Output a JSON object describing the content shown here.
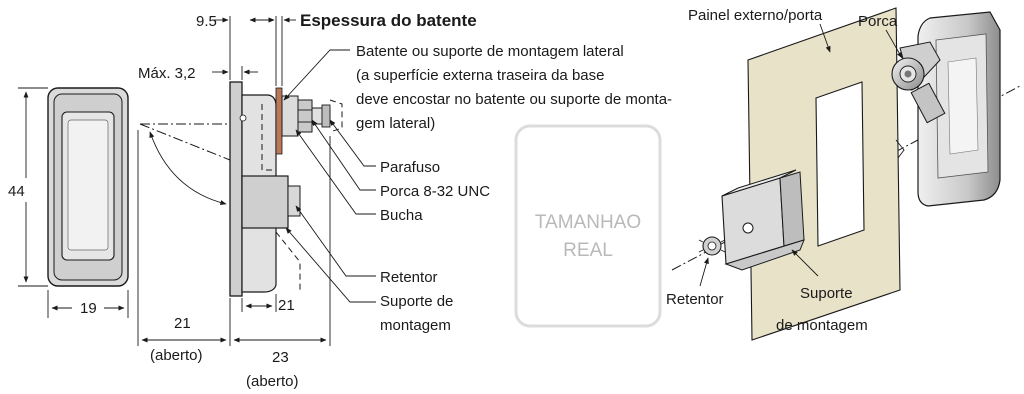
{
  "dimensions": {
    "height_44": "44",
    "width_19": "19",
    "max_32": "Máx. 3,2",
    "d_95": "9.5",
    "d_21_open": "21",
    "open_a": "(aberto)",
    "d_21": "21",
    "d_23": "23",
    "open_b": "(aberto)"
  },
  "labels": {
    "stop_thickness": "Espessura do batente",
    "stop_line1": "Batente ou suporte de montagem lateral",
    "stop_line2": "(a superfície externa traseira da base",
    "stop_line3": "deve encostar no batente ou suporte de monta-",
    "stop_line4": "gem lateral)",
    "screw": "Parafuso",
    "nut_spec": "Porca 8-32 UNC",
    "bushing": "Bucha",
    "retainer": "Retentor",
    "bracket_line1": "Suporte de",
    "bracket_line2": "montagem"
  },
  "stamp": {
    "line1": "TAMANHAO",
    "line2": "REAL"
  },
  "exploded": {
    "panel": "Painel externo/porta",
    "nut": "Porca",
    "retainer": "Retentor",
    "bracket_line1": "Suporte",
    "bracket_line2": "de montagem"
  },
  "colors": {
    "panel_fill": "#e8e2c9",
    "latch_fill": "#d4d4d4",
    "stop_fill": "#b9785a",
    "stamp_border": "#dcdcdc"
  }
}
